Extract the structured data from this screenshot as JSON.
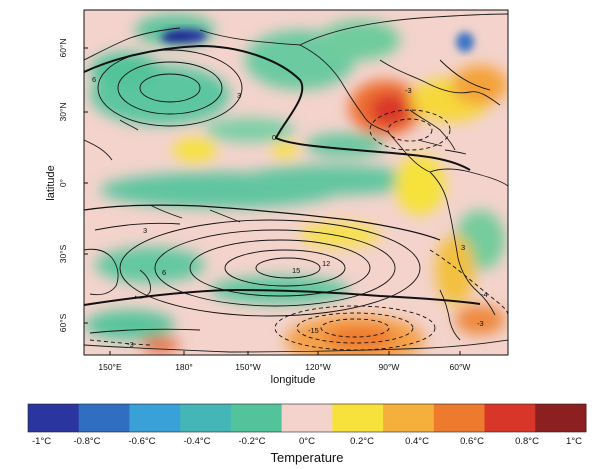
{
  "figure": {
    "xlabel": "longitude",
    "ylabel": "latitude",
    "x_ticks": [
      "150°E",
      "180°",
      "150°W",
      "120°W",
      "90°W",
      "60°W"
    ],
    "y_ticks": [
      "60°N",
      "30°N",
      "0°",
      "30°S",
      "60°S"
    ],
    "colorbar": {
      "title": "Temperature",
      "tick_labels": [
        "-1°C",
        "-0.8°C",
        "-0.6°C",
        "-0.4°C",
        "-0.2°C",
        "0°C",
        "0.2°C",
        "0.4°C",
        "0.6°C",
        "0.8°C",
        "1°C"
      ],
      "colors": [
        "#2a35a0",
        "#2f6ec0",
        "#3aa0d8",
        "#44b6b8",
        "#52c39a",
        "#f3d3cc",
        "#f6e23a",
        "#f4b03a",
        "#ee7a2e",
        "#d9362a",
        "#8c2020"
      ]
    },
    "contour_labels": [
      "6",
      "3",
      "0",
      "-3",
      "3",
      "6",
      "15",
      "12",
      "-15",
      "-3",
      "-4",
      "3",
      "-3"
    ],
    "colors": {
      "background": "#f3d3cc",
      "land_outline": "#1a1a1a",
      "contour": "#111111"
    }
  }
}
